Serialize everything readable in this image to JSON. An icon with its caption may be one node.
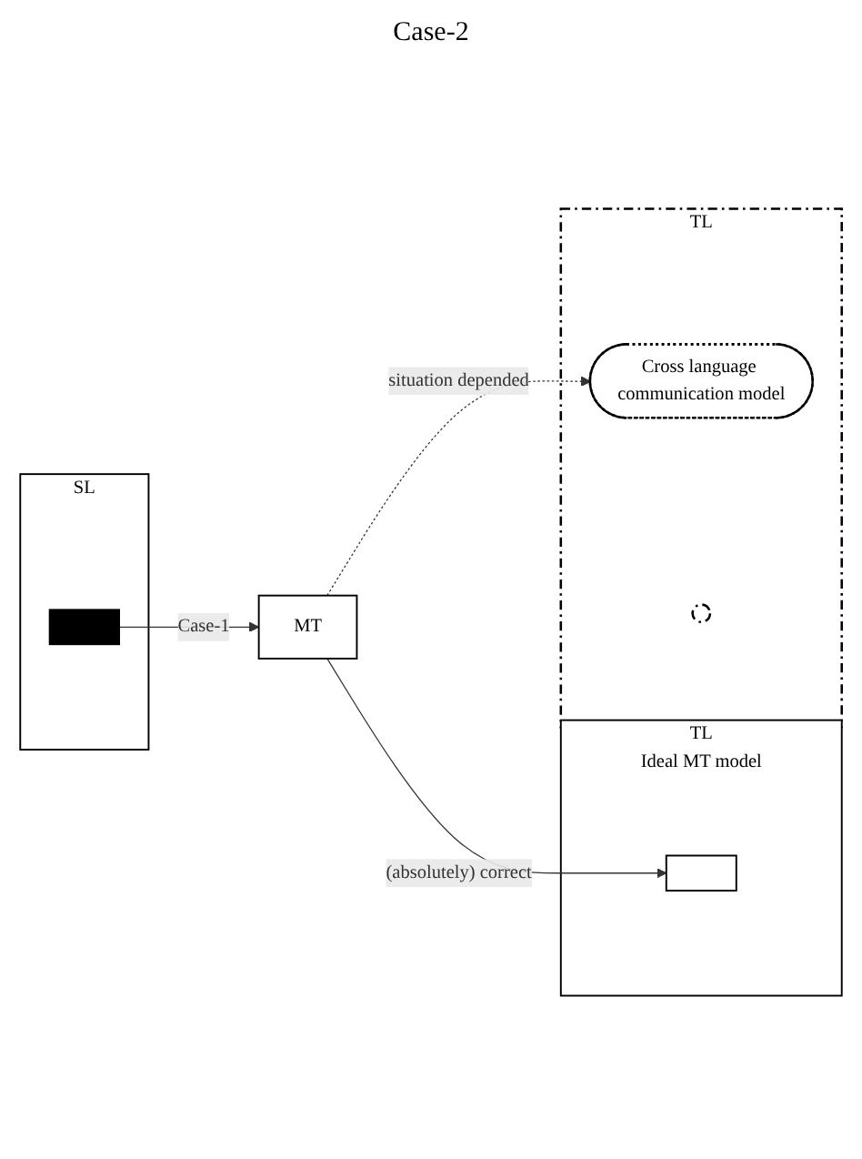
{
  "diagram": {
    "nodes": [
      {
        "text": [
          "SL"
        ]
      },
      {
        "text": [],
        "shape": "box",
        "in": 0
      },
      {
        "text": [
          "MT"
        ]
      },
      {
        "text": [
          "TL",
          "Ideal MT model"
        ]
      },
      {
        "text": [],
        "shape": "box",
        "in": 3
      },
      {
        "text": [
          "TL"
        ]
      },
      {
        "text": [
          "Cross language communication model"
        ],
        "in": 5
      },
      {
        "text": [],
        "shape": "circle",
        "in": 5
      }
    ],
    "edges": [
      {
        "from": 1,
        "to": 2,
        "arrow": "to",
        "label": "Case-1"
      },
      {
        "from": 2,
        "to": 4,
        "arrow": "to",
        "label": "(absolutely) correct"
      },
      {
        "from": 2,
        "to": 6,
        "arrow": "to",
        "label": "situation depended",
        "style": "dashed"
      }
    ],
    "labels": [
      "Case-2"
    ]
  }
}
